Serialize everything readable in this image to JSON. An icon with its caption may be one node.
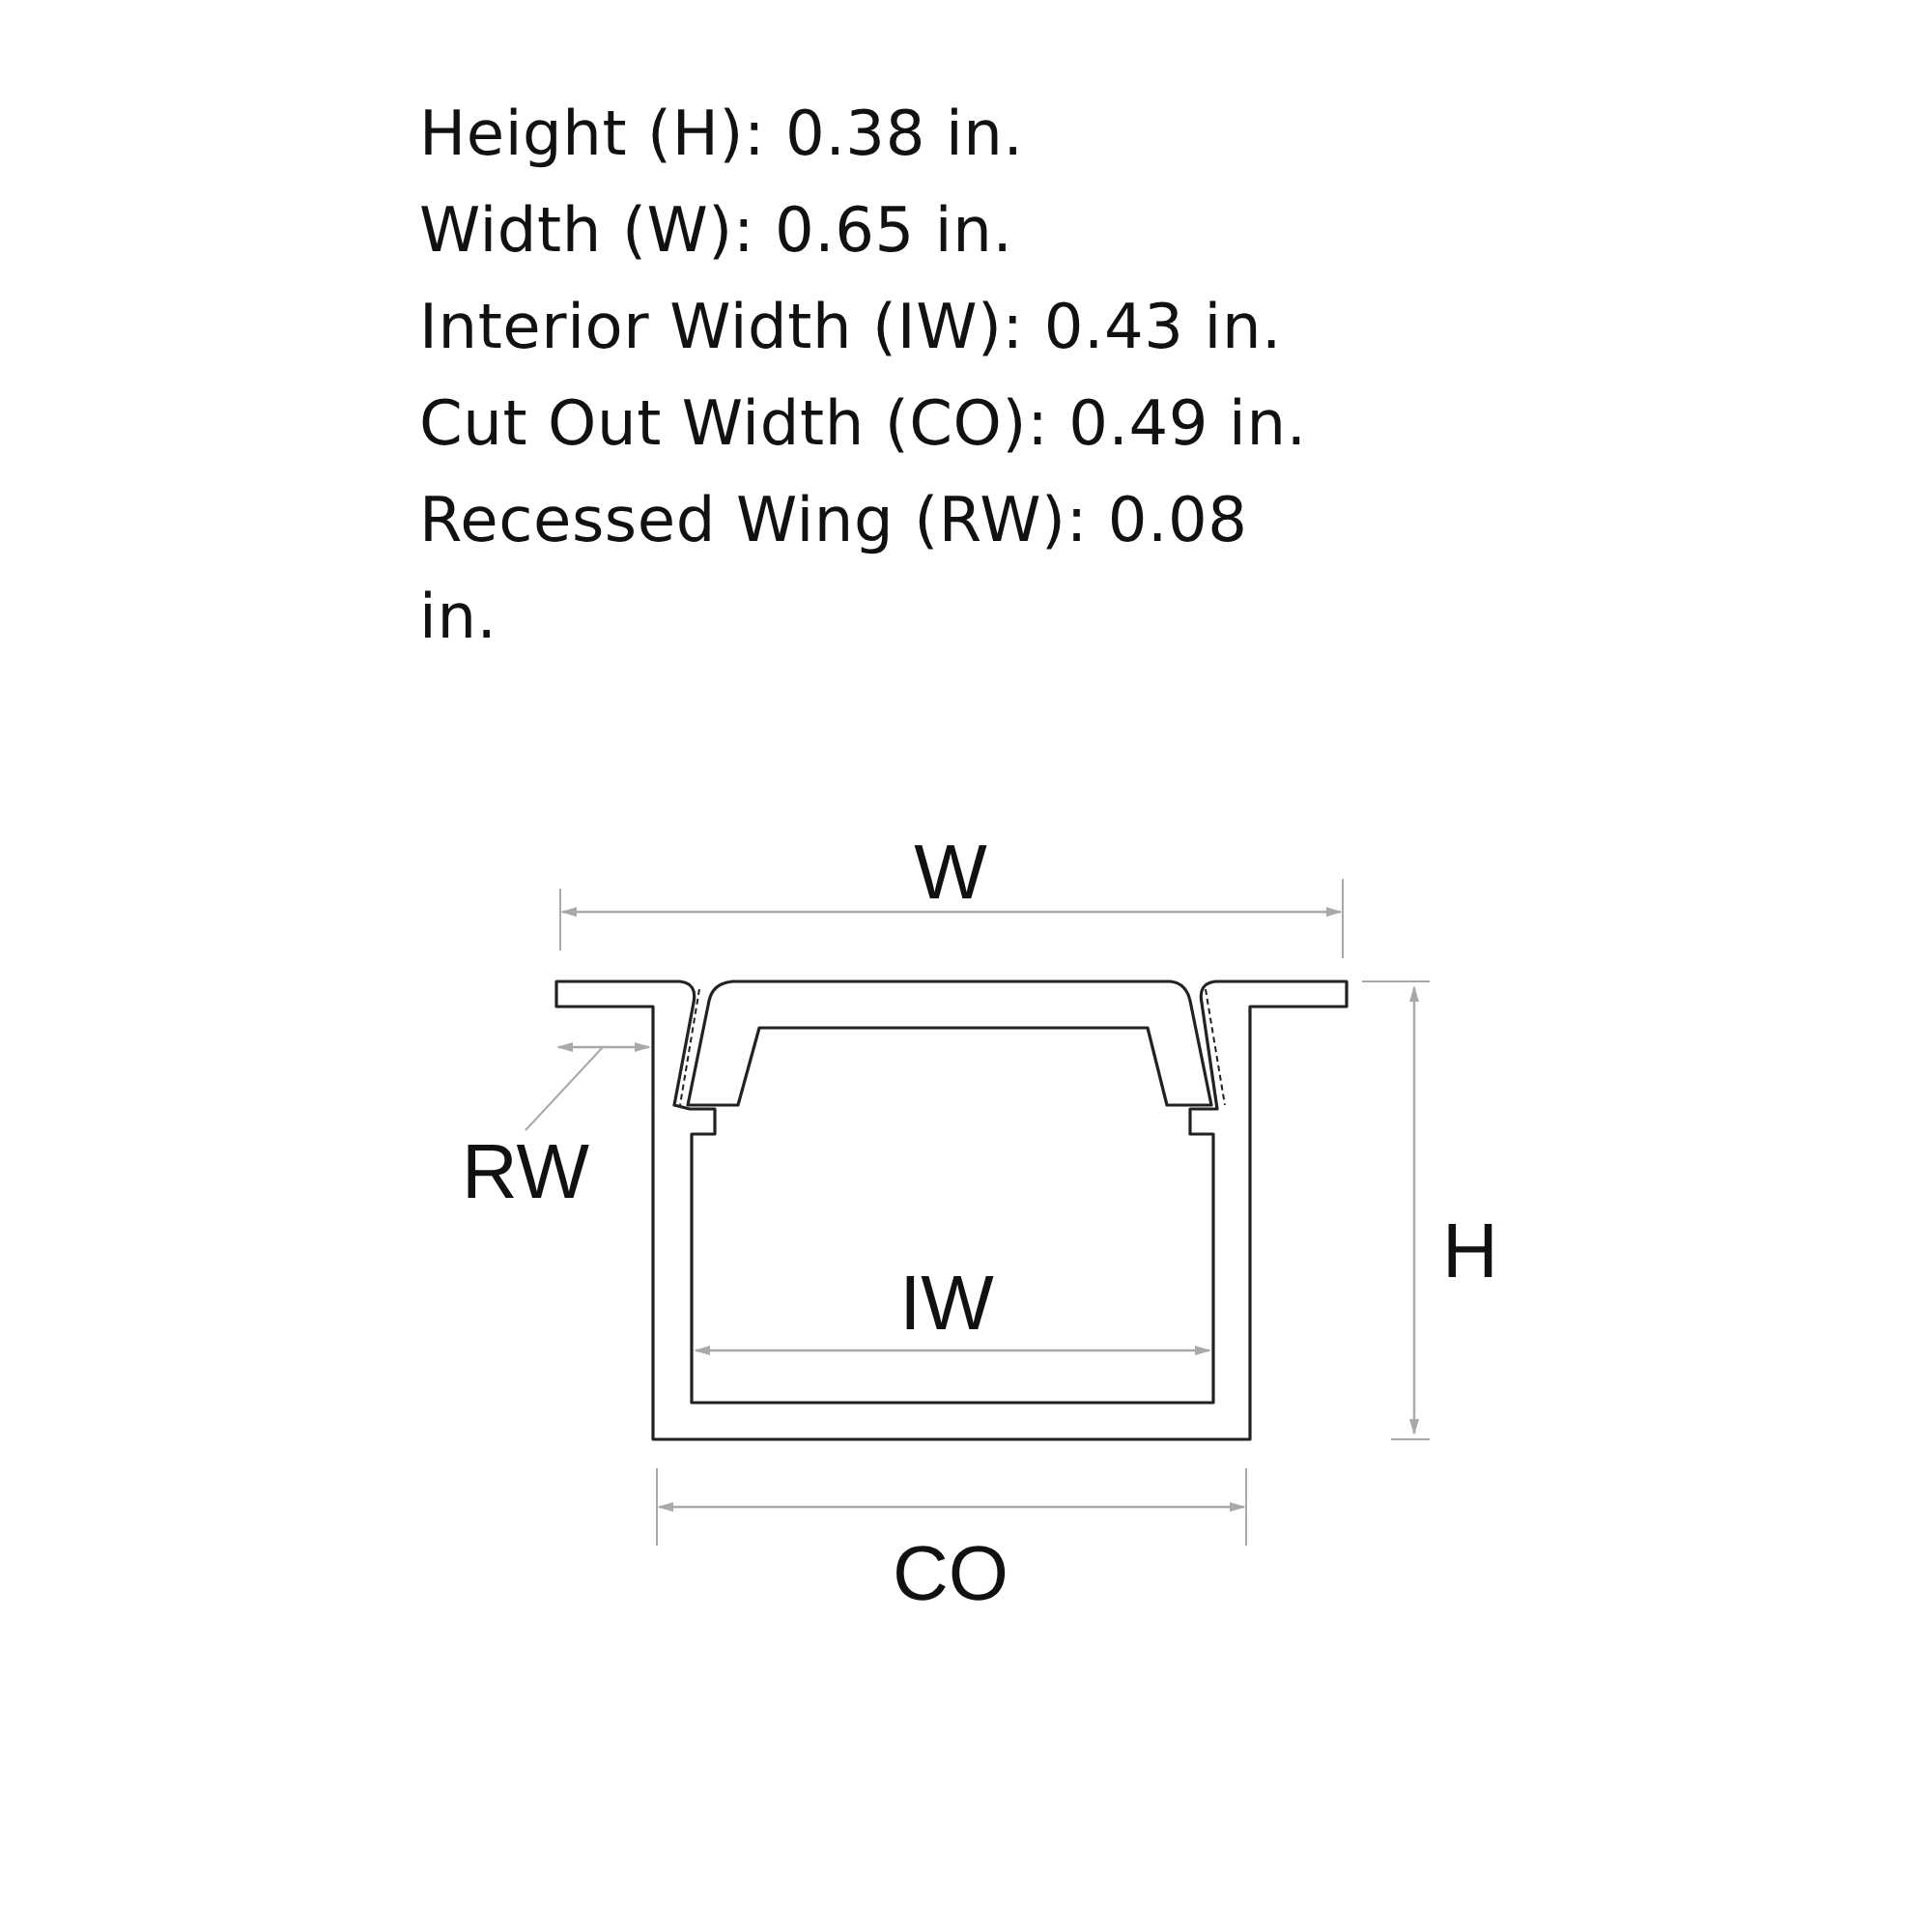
{
  "diagram": {
    "nodes": [
      {
        "text": [
          "RW"
        ]
      },
      {
        "text": [],
        "shape": "line"
      }
    ],
    "edges": [
      {
        "from": 0,
        "to": 1,
        "arrow": "none"
      }
    ],
    "labels": [
      "Height (H): 0.38 in.",
      "Width (W): 0.65 in.",
      "Interior Width (IW): 0.43 in.",
      "Cut Out Width (CO): 0.49 in.",
      "Recessed Wing (RW): 0.08 in.",
      "W",
      "IW",
      "H",
      "CO"
    ]
  }
}
